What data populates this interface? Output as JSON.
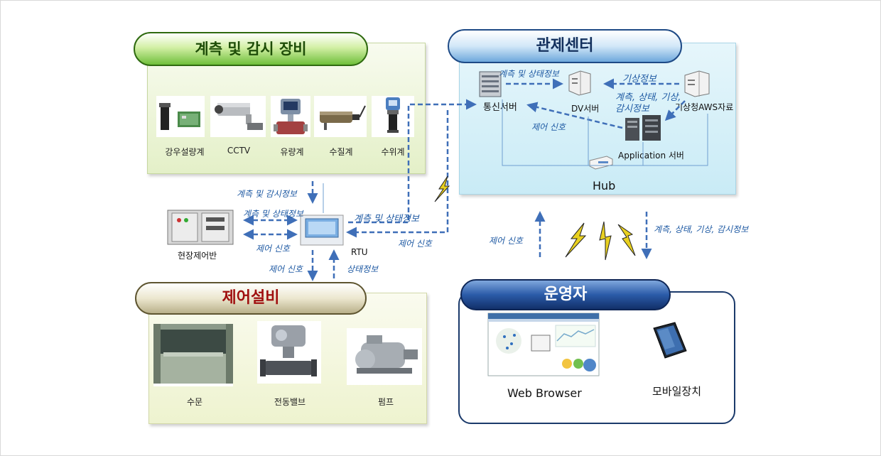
{
  "sections": {
    "monitoring_title": "계측  및 감시 장비",
    "center_title": "관제센터",
    "control_title": "제어설비",
    "operator_title": "운영자"
  },
  "monitoring_equipment": [
    "강우설량계",
    "CCTV",
    "유량계",
    "수질계",
    "수위계"
  ],
  "control_equipment": [
    "수문",
    "전동밸브",
    "펌프"
  ],
  "center": {
    "comm_server": "통신서버",
    "dv_server": "DV서버",
    "kma": "기상청AWS자료",
    "app_server": "Application 서버",
    "hub": "Hub",
    "flow_measure_status": "계측 및 상태정보",
    "flow_weather": "기상정보",
    "flow_status_multi_1": "계측, 상태, 기상,",
    "flow_status_multi_2": "감시정보",
    "flow_control": "제어 신호"
  },
  "field": {
    "panel": "현장제어반",
    "rtu": "RTU",
    "to_rtu_measure": "계측 및 감시정보",
    "panel_measure_status": "계측 및 상태정보",
    "panel_control": "제어 신호",
    "rtu_control": "제어 신호",
    "rtu_status": "상태정보",
    "rtu_uplink": "계측 및 상태정보",
    "rtu_downlink": "제어 신호"
  },
  "operator": {
    "uplink_control": "제어 신호",
    "downlink_info": "계측, 상태, 기상, 감시정보",
    "web_browser": "Web Browser",
    "mobile": "모바일장치"
  },
  "colors": {
    "arrow": "#3f6fb8",
    "line": "#6f9fd0",
    "label": "#1f5aa3",
    "lightning": "#e8d020"
  }
}
